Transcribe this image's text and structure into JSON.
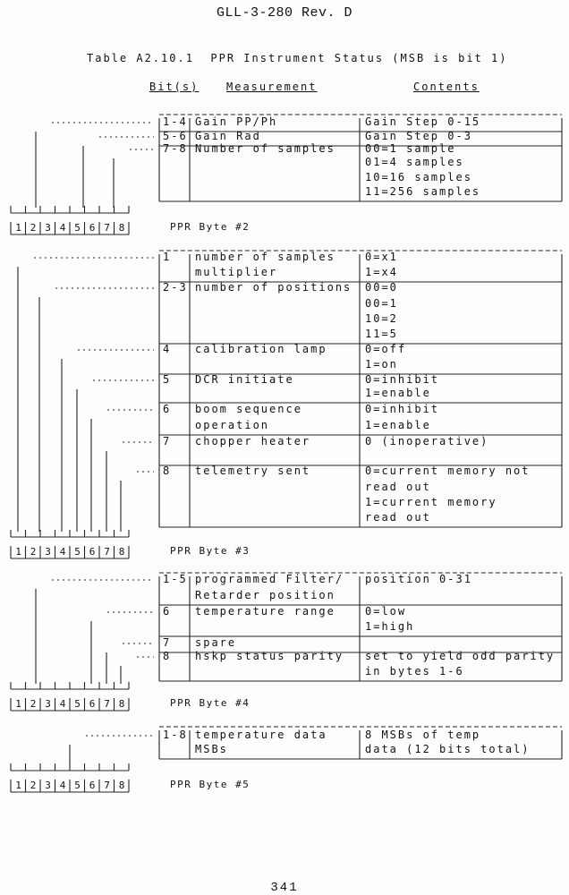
{
  "header": {
    "doc_id": "GLL-3-280 Rev. D",
    "table_title": "Table A2.10.1  PPR Instrument Status (MSB is bit 1)"
  },
  "columns": {
    "bits": "Bit(s)",
    "measurement": "Measurement",
    "contents": "Contents"
  },
  "bit_numbers": [
    "1",
    "2",
    "3",
    "4",
    "5",
    "6",
    "7",
    "8"
  ],
  "sections": [
    {
      "label": "PPR Byte #2",
      "rows": [
        {
          "bits": "1-4",
          "measurement": "Gain PP/Ph",
          "contents": "Gain Step 0-15"
        },
        {
          "bits": "5-6",
          "measurement": "Gain Rad",
          "contents": "Gain Step 0-3"
        },
        {
          "bits": "7-8",
          "measurement": "Number of samples",
          "contents": "00=1 sample"
        },
        {
          "bits": "",
          "measurement": "",
          "contents": "01=4 samples"
        },
        {
          "bits": "",
          "measurement": "",
          "contents": "10=16 samples"
        },
        {
          "bits": "",
          "measurement": "",
          "contents": "11=256 samples"
        }
      ]
    },
    {
      "label": "PPR Byte #3",
      "rows": [
        {
          "bits": "1",
          "measurement": "number of samples",
          "contents": "0=x1"
        },
        {
          "bits": "",
          "measurement": "multiplier",
          "contents": "1=x4"
        },
        {
          "bits": "2-3",
          "measurement": "number of positions",
          "contents": "00=0"
        },
        {
          "bits": "",
          "measurement": "",
          "contents": "00=1"
        },
        {
          "bits": "",
          "measurement": "",
          "contents": "10=2"
        },
        {
          "bits": "",
          "measurement": "",
          "contents": "11=5"
        },
        {
          "bits": "4",
          "measurement": "calibration lamp",
          "contents": "0=off"
        },
        {
          "bits": "",
          "measurement": "",
          "contents": "1=on"
        },
        {
          "bits": "5",
          "measurement": "DCR initiate",
          "contents": "0=inhibit"
        },
        {
          "bits": "",
          "measurement": "",
          "contents": "1=enable"
        },
        {
          "bits": "6",
          "measurement": "boom sequence",
          "contents": "0=inhibit"
        },
        {
          "bits": "",
          "measurement": "operation",
          "contents": "1=enable"
        },
        {
          "bits": "7",
          "measurement": "chopper heater",
          "contents": "0 (inoperative)"
        },
        {
          "bits": "",
          "measurement": "",
          "contents": ""
        },
        {
          "bits": "8",
          "measurement": "telemetry sent",
          "contents": "0=current memory not"
        },
        {
          "bits": "",
          "measurement": "",
          "contents": "read out"
        },
        {
          "bits": "",
          "measurement": "",
          "contents": "1=current memory"
        },
        {
          "bits": "",
          "measurement": "",
          "contents": "read out"
        }
      ]
    },
    {
      "label": "PPR Byte #4",
      "rows": [
        {
          "bits": "1-5",
          "measurement": "programmed Filter/",
          "contents": "position 0-31"
        },
        {
          "bits": "",
          "measurement": "Retarder position",
          "contents": ""
        },
        {
          "bits": "6",
          "measurement": "temperature range",
          "contents": "0=low"
        },
        {
          "bits": "",
          "measurement": "",
          "contents": "1=high"
        },
        {
          "bits": "7",
          "measurement": "spare",
          "contents": ""
        },
        {
          "bits": "8",
          "measurement": "hskp status parity",
          "contents": "set to yield odd parity"
        },
        {
          "bits": "",
          "measurement": "",
          "contents": "in bytes 1-6"
        }
      ]
    },
    {
      "label": "PPR Byte #5",
      "rows": [
        {
          "bits": "1-8",
          "measurement": "temperature data",
          "contents": "8 MSBs of temp"
        },
        {
          "bits": "",
          "measurement": "MSBs",
          "contents": "data (12 bits total)"
        }
      ]
    }
  ],
  "footer": {
    "page_number": "341"
  }
}
